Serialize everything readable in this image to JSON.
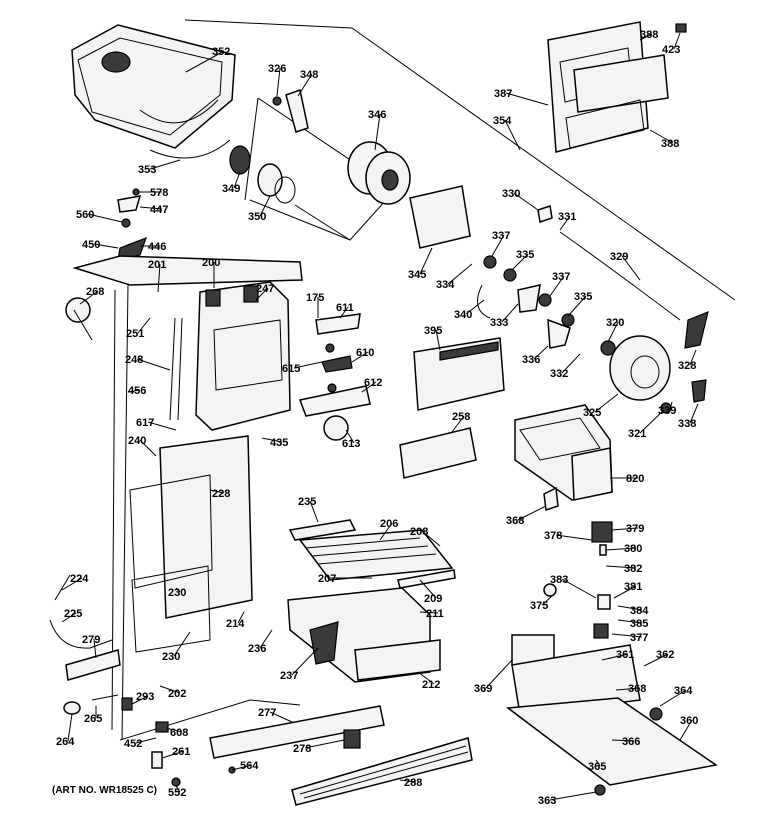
{
  "diagram": {
    "art_number": "(ART NO. WR18525 C)",
    "callouts": [
      {
        "id": "c352",
        "text": "352"
      },
      {
        "id": "c326",
        "text": "326"
      },
      {
        "id": "c348",
        "text": "348"
      },
      {
        "id": "c346",
        "text": "346"
      },
      {
        "id": "c388a",
        "text": "388"
      },
      {
        "id": "c423",
        "text": "423"
      },
      {
        "id": "c387",
        "text": "387"
      },
      {
        "id": "c354",
        "text": "354"
      },
      {
        "id": "c388b",
        "text": "388"
      },
      {
        "id": "c353",
        "text": "353"
      },
      {
        "id": "c349",
        "text": "349"
      },
      {
        "id": "c350",
        "text": "350"
      },
      {
        "id": "c578",
        "text": "578"
      },
      {
        "id": "c447",
        "text": "447"
      },
      {
        "id": "c560",
        "text": "560"
      },
      {
        "id": "c450",
        "text": "450"
      },
      {
        "id": "c446",
        "text": "446"
      },
      {
        "id": "c330",
        "text": "330"
      },
      {
        "id": "c331",
        "text": "331"
      },
      {
        "id": "c337a",
        "text": "337"
      },
      {
        "id": "c335a",
        "text": "335"
      },
      {
        "id": "c345",
        "text": "345"
      },
      {
        "id": "c334",
        "text": "334"
      },
      {
        "id": "c329",
        "text": "329"
      },
      {
        "id": "c200",
        "text": "200"
      },
      {
        "id": "c201",
        "text": "201"
      },
      {
        "id": "c247",
        "text": "247"
      },
      {
        "id": "c268",
        "text": "268"
      },
      {
        "id": "c175",
        "text": "175"
      },
      {
        "id": "c611",
        "text": "611"
      },
      {
        "id": "c337b",
        "text": "337"
      },
      {
        "id": "c335b",
        "text": "335"
      },
      {
        "id": "c340",
        "text": "340"
      },
      {
        "id": "c333",
        "text": "333"
      },
      {
        "id": "c320",
        "text": "320"
      },
      {
        "id": "c251",
        "text": "251"
      },
      {
        "id": "c395",
        "text": "395"
      },
      {
        "id": "c610",
        "text": "610"
      },
      {
        "id": "c615",
        "text": "615"
      },
      {
        "id": "c336",
        "text": "336"
      },
      {
        "id": "c332",
        "text": "332"
      },
      {
        "id": "c328",
        "text": "328"
      },
      {
        "id": "c248",
        "text": "248"
      },
      {
        "id": "c612",
        "text": "612"
      },
      {
        "id": "c456",
        "text": "456"
      },
      {
        "id": "c339",
        "text": "339"
      },
      {
        "id": "c325",
        "text": "325"
      },
      {
        "id": "c338",
        "text": "338"
      },
      {
        "id": "c617",
        "text": "617"
      },
      {
        "id": "c435",
        "text": "435"
      },
      {
        "id": "c613",
        "text": "613"
      },
      {
        "id": "c321",
        "text": "321"
      },
      {
        "id": "c258",
        "text": "258"
      },
      {
        "id": "c240",
        "text": "240"
      },
      {
        "id": "c820",
        "text": "820"
      },
      {
        "id": "c228",
        "text": "228"
      },
      {
        "id": "c235",
        "text": "235"
      },
      {
        "id": "c206",
        "text": "206"
      },
      {
        "id": "c368a",
        "text": "368"
      },
      {
        "id": "c208",
        "text": "208"
      },
      {
        "id": "c378",
        "text": "378"
      },
      {
        "id": "c379",
        "text": "379"
      },
      {
        "id": "c380",
        "text": "380"
      },
      {
        "id": "c224",
        "text": "224"
      },
      {
        "id": "c382",
        "text": "382"
      },
      {
        "id": "c207",
        "text": "207"
      },
      {
        "id": "c230a",
        "text": "230"
      },
      {
        "id": "c381",
        "text": "381"
      },
      {
        "id": "c383",
        "text": "383"
      },
      {
        "id": "c209",
        "text": "209"
      },
      {
        "id": "c225",
        "text": "225"
      },
      {
        "id": "c375",
        "text": "375"
      },
      {
        "id": "c211",
        "text": "211"
      },
      {
        "id": "c384",
        "text": "384"
      },
      {
        "id": "c214",
        "text": "214"
      },
      {
        "id": "c385",
        "text": "385"
      },
      {
        "id": "c279",
        "text": "279"
      },
      {
        "id": "c236",
        "text": "236"
      },
      {
        "id": "c377",
        "text": "377"
      },
      {
        "id": "c230b",
        "text": "230"
      },
      {
        "id": "c361",
        "text": "361"
      },
      {
        "id": "c362",
        "text": "362"
      },
      {
        "id": "c237",
        "text": "237"
      },
      {
        "id": "c212",
        "text": "212"
      },
      {
        "id": "c369",
        "text": "369"
      },
      {
        "id": "c202",
        "text": "202"
      },
      {
        "id": "c368b",
        "text": "368"
      },
      {
        "id": "c364",
        "text": "364"
      },
      {
        "id": "c293",
        "text": "293"
      },
      {
        "id": "c265",
        "text": "265"
      },
      {
        "id": "c264",
        "text": "264"
      },
      {
        "id": "c277",
        "text": "277"
      },
      {
        "id": "c360",
        "text": "360"
      },
      {
        "id": "c608",
        "text": "608"
      },
      {
        "id": "c452",
        "text": "452"
      },
      {
        "id": "c261",
        "text": "261"
      },
      {
        "id": "c278",
        "text": "278"
      },
      {
        "id": "c366",
        "text": "366"
      },
      {
        "id": "c564",
        "text": "564"
      },
      {
        "id": "c365",
        "text": "365"
      },
      {
        "id": "c288",
        "text": "288"
      },
      {
        "id": "c552",
        "text": "552"
      },
      {
        "id": "c363",
        "text": "363"
      }
    ]
  }
}
